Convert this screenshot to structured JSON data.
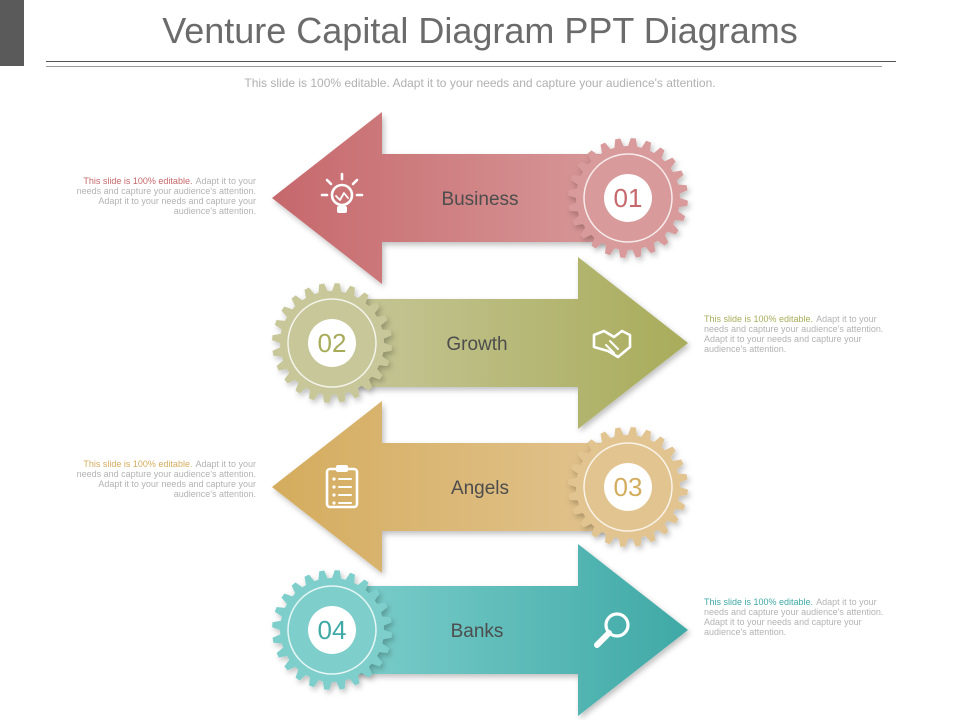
{
  "header": {
    "title": "Venture Capital Diagram PPT Diagrams",
    "subtitle": "This slide is 100% editable. Adapt it to your needs and capture your audience's attention."
  },
  "steps": [
    {
      "number": "01",
      "label": "Business",
      "direction": "left",
      "icon": "lightbulb-icon",
      "color": "#c6686c",
      "color_light": "#d89a9a",
      "note_lead": "This slide is 100% editable.",
      "note_body": "Adapt it to your needs and capture your audience's attention. Adapt it to your needs and capture your audience's attention."
    },
    {
      "number": "02",
      "label": "Growth",
      "direction": "right",
      "icon": "handshake-icon",
      "color": "#a8ac5a",
      "color_light": "#c7c79a",
      "note_lead": "This slide is 100% editable.",
      "note_body": "Adapt it to your needs and capture your audience's attention. Adapt it to your needs and capture your audience's attention."
    },
    {
      "number": "03",
      "label": "Angels",
      "direction": "left",
      "icon": "clipboard-icon",
      "color": "#d4ac5e",
      "color_light": "#e2c490",
      "note_lead": "This slide is 100% editable.",
      "note_body": "Adapt it to your needs and capture your audience's attention. Adapt it to your needs and capture your audience's attention."
    },
    {
      "number": "04",
      "label": "Banks",
      "direction": "right",
      "icon": "magnifier-icon",
      "color": "#3fa9a6",
      "color_light": "#7ecfcc",
      "note_lead": "This slide is 100% editable.",
      "note_body": "Adapt it to your needs and capture your audience's attention. Adapt it to your needs and capture your audience's attention."
    }
  ]
}
